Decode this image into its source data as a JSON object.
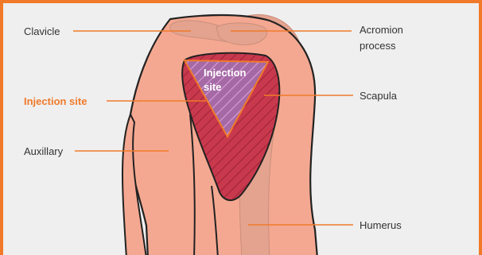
{
  "labels": {
    "clavicle": "Clavicle",
    "acromion_line1": "Acromion",
    "acromion_line2": "process",
    "injection_site": "Injection site",
    "scapula": "Scapula",
    "auxillary": "Auxillary",
    "humerus": "Humerus",
    "inset_line1": "Injection",
    "inset_line2": "site"
  },
  "colors": {
    "accent": "#f07a2a",
    "skin": "#f5a891",
    "bone": "#e3a38f",
    "muscle": "#c8394d",
    "injection_zone": "#a56aa6",
    "background": "#efefef"
  }
}
